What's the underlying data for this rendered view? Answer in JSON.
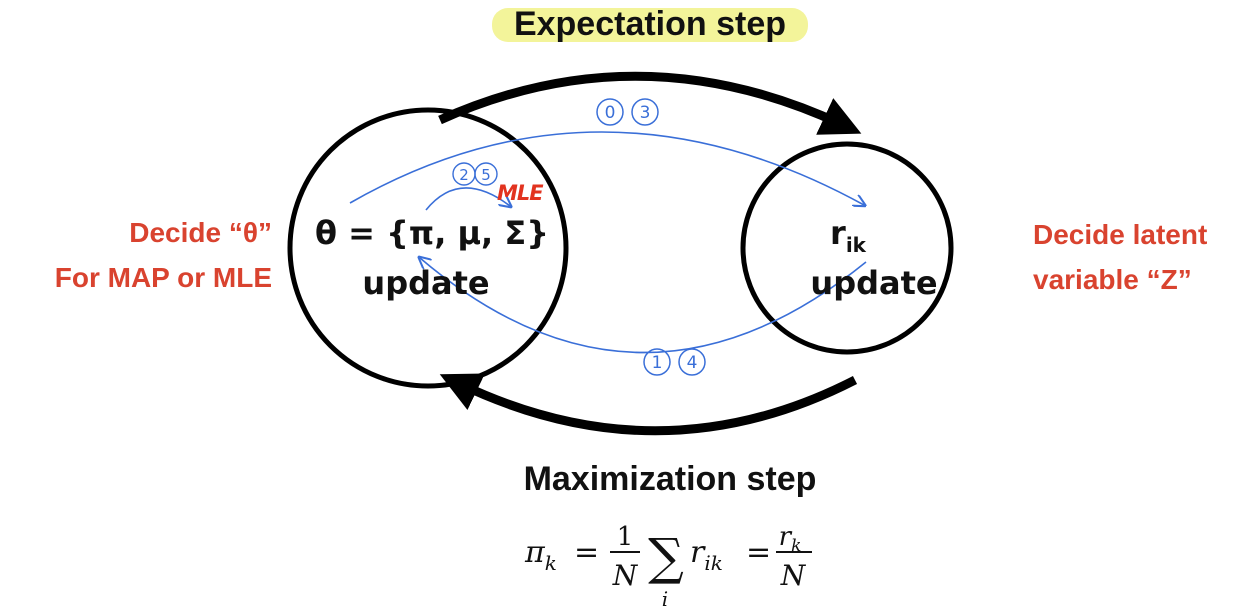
{
  "top_label": "Expectation step",
  "bottom_label": "Maximization step",
  "left_node": {
    "line1": "θ = {π, μ, Σ}",
    "line2": "update"
  },
  "right_node": {
    "symbol": "r",
    "subscript": "ik",
    "line2": "update"
  },
  "left_note": {
    "line1": "Decide “θ”",
    "line2": "For MAP or MLE"
  },
  "right_note": {
    "line1": "Decide latent",
    "line2": "variable  “Z”"
  },
  "annotations": {
    "top_steps": [
      "0",
      "3"
    ],
    "bottom_steps": [
      "1",
      "4"
    ],
    "self_steps": [
      "2",
      "5"
    ],
    "mle": "MLE"
  },
  "formula": {
    "lhs": "π",
    "lhs_sub": "k",
    "eq1": "=",
    "frac1_num": "1",
    "frac1_den": "N",
    "sum": "∑",
    "sum_sub": "i",
    "term": "r",
    "term_sub": "ik",
    "eq2": "=",
    "frac2_num": "r",
    "frac2_num_sub": "k",
    "frac2_den": "N"
  },
  "colors": {
    "accent_red": "#d9432f",
    "annotation_blue": "#3a6fd8",
    "highlight": "#f3f49a"
  }
}
